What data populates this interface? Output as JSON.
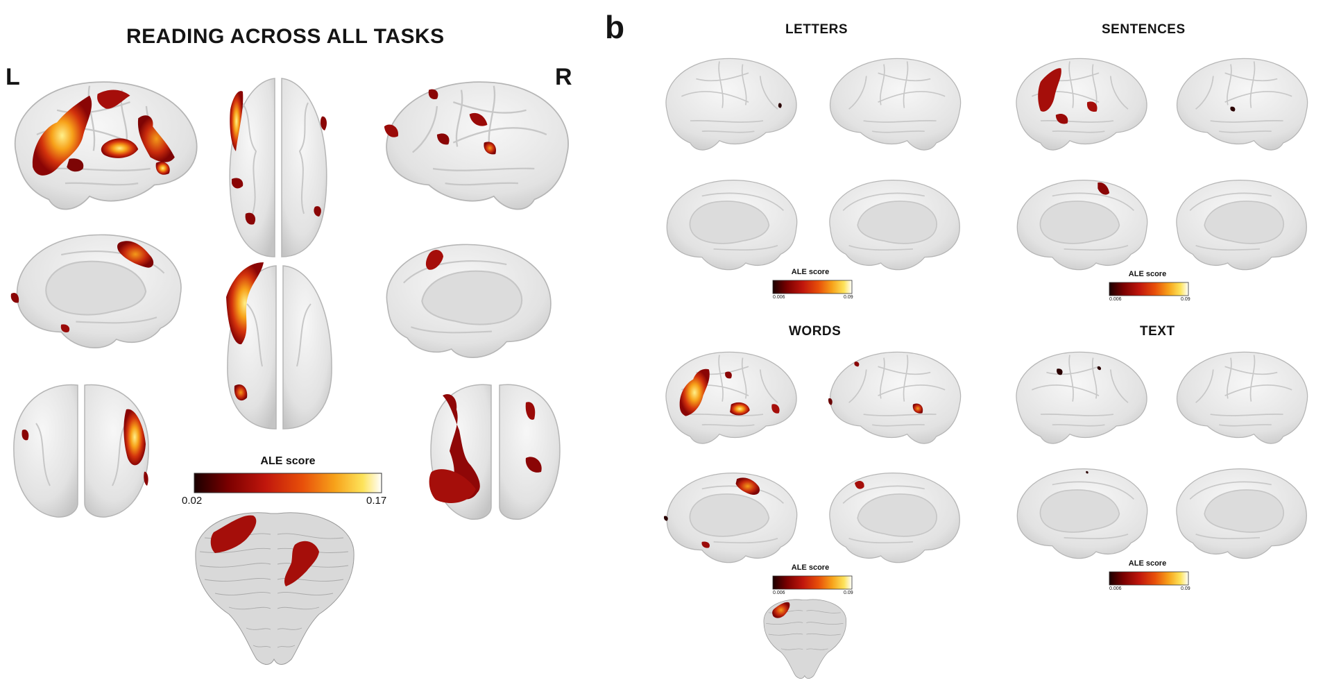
{
  "panel_a": {
    "title": "READING ACROSS ALL TASKS",
    "left_label": "L",
    "right_label": "R",
    "colorbar": {
      "title": "ALE score",
      "min": "0.02",
      "max": "0.17"
    }
  },
  "panel_b": {
    "letter": "b",
    "conditions": [
      {
        "title": "LETTERS",
        "colorbar": {
          "title": "ALE score",
          "min": "0.006",
          "max": "0.09"
        }
      },
      {
        "title": "SENTENCES",
        "colorbar": {
          "title": "ALE score",
          "min": "0.006",
          "max": "0.09"
        }
      },
      {
        "title": "WORDS",
        "colorbar": {
          "title": "ALE score",
          "min": "0.006",
          "max": "0.09"
        }
      },
      {
        "title": "TEXT",
        "colorbar": {
          "title": "ALE score",
          "min": "0.006",
          "max": "0.09"
        }
      }
    ]
  },
  "colors": {
    "cortex": "#ececec",
    "cortex_shade": "#b9b9b9",
    "scale": [
      "#1a0000",
      "#7a0000",
      "#c0160c",
      "#e8500a",
      "#f7a21a",
      "#fde35a",
      "#ffffff"
    ]
  }
}
